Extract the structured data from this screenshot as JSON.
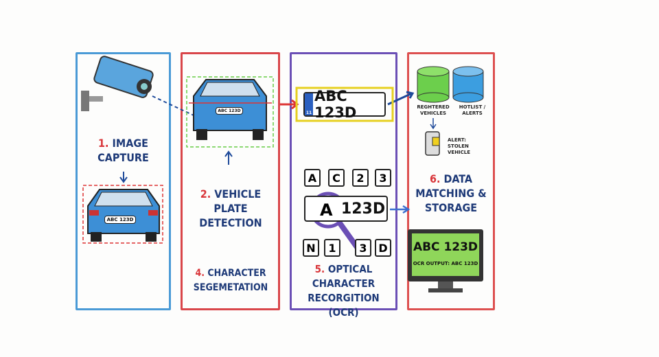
{
  "steps": [
    {
      "number": "1.",
      "title": "IMAGE CAPTURE"
    },
    {
      "number": "2.",
      "title": "VEHICLE PLATE DETECTION"
    },
    {
      "number": "4.",
      "title": "CHARACTER SEGEMETATION"
    },
    {
      "number": "5.",
      "title": "OPTICAL CHARACTER RECORGITION (OCR)"
    },
    {
      "number": "6.",
      "title": "DATA MATCHING & STORAGE"
    }
  ],
  "plate_text": "ABC 123D",
  "plate_country": "11",
  "segmented_plate_text": "123D",
  "magnified_char": "A",
  "chars_top": [
    "A",
    "C",
    "2",
    "3"
  ],
  "chars_bottom": [
    "N",
    "1",
    "3",
    "D"
  ],
  "databases": [
    "REGHTERED VEHICLES",
    "HOTLIST / ALERTS"
  ],
  "alert": "ALERT: STOLEN VEHICLE",
  "monitor": {
    "plate": "ABC 123D",
    "output": "OCR OUTPUT: ABC 123D"
  },
  "colors": {
    "blue": "#4a9ad6",
    "red": "#d9464a",
    "purple": "#6b4fb5",
    "text": "#1e3a78"
  }
}
